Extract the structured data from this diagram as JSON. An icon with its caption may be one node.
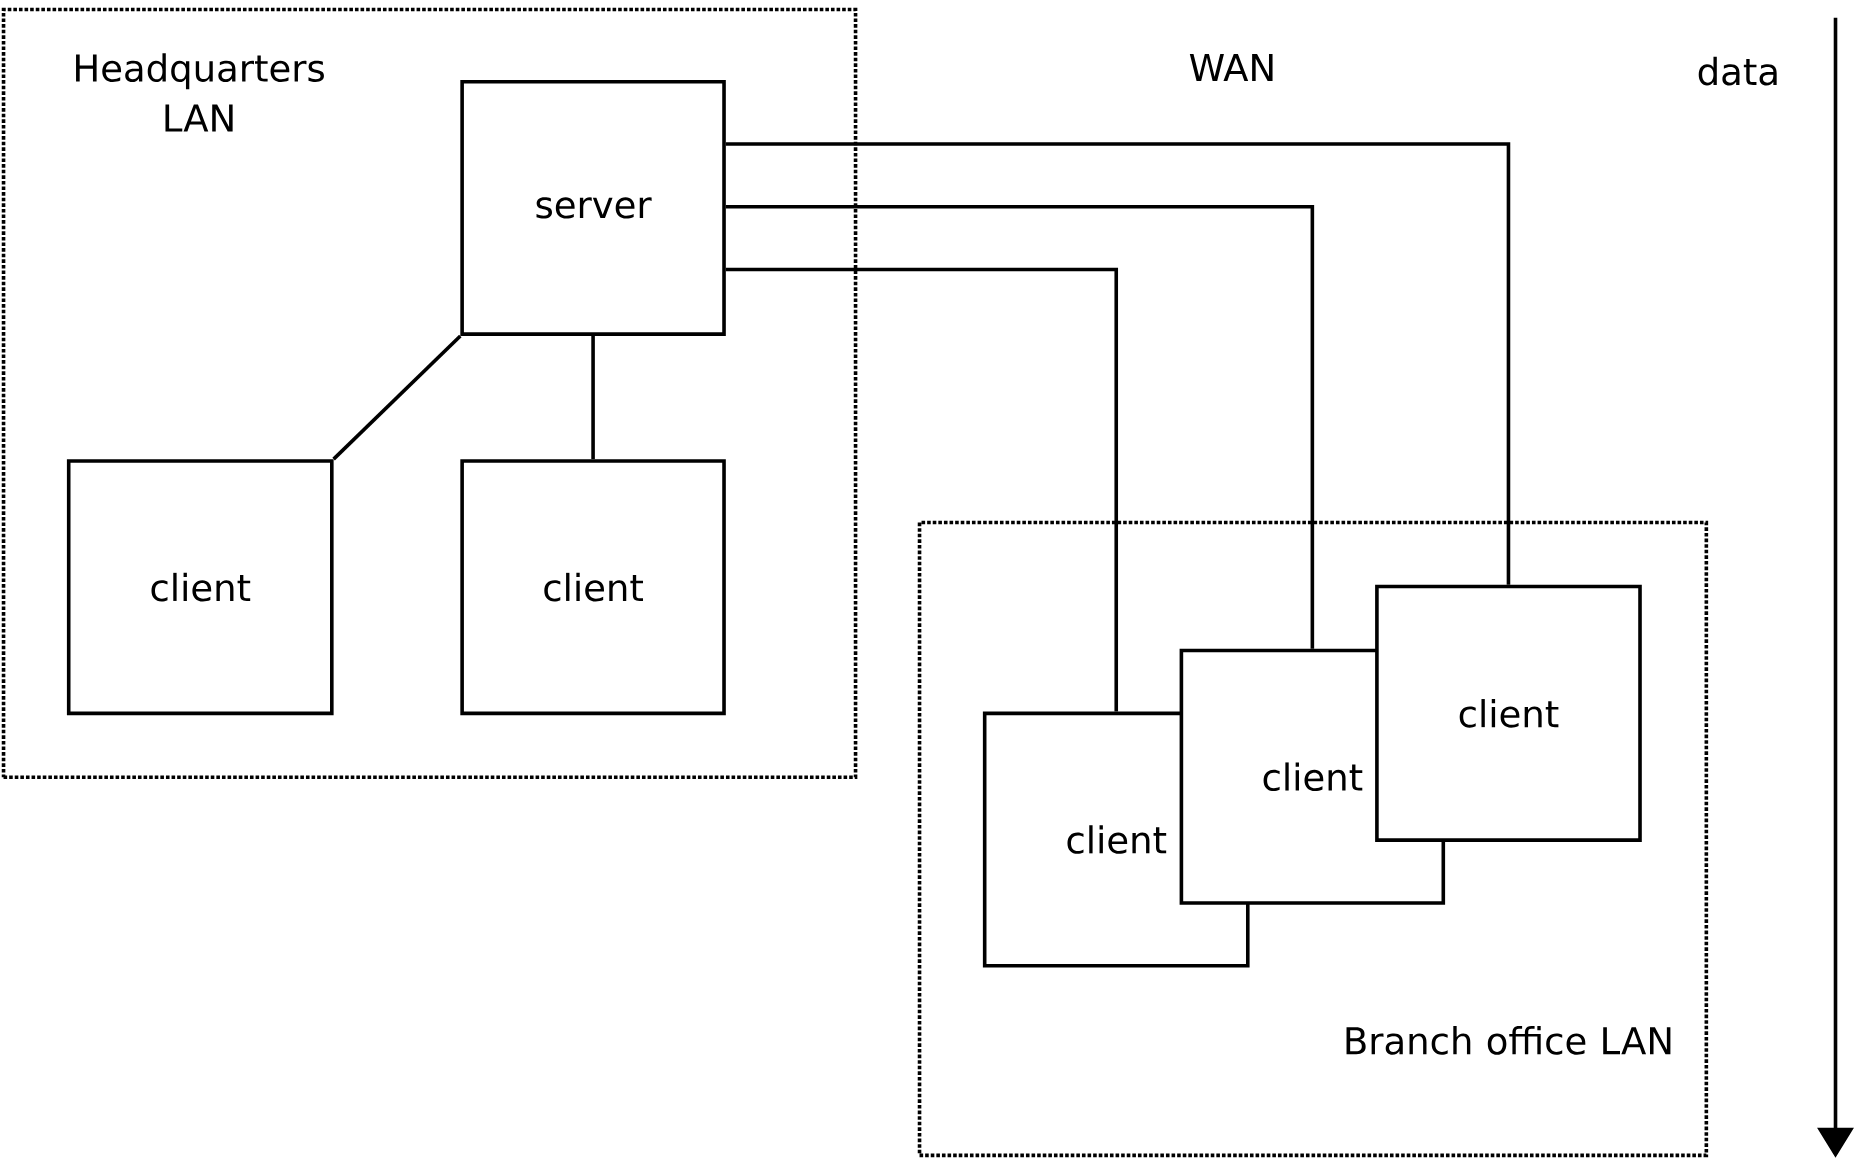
{
  "diagram": {
    "nodes": [
      {
        "text": [
          "Headquarters LAN"
        ]
      },
      {
        "text": [
          "server"
        ],
        "in": 0
      },
      {
        "text": [
          "client"
        ],
        "in": 0
      },
      {
        "text": [
          "client"
        ],
        "in": 0
      },
      {
        "text": [
          "Branch office LAN"
        ]
      },
      {
        "text": [
          "client"
        ],
        "in": 4
      },
      {
        "text": [
          "client"
        ],
        "in": 4
      },
      {
        "text": [
          "client"
        ],
        "in": 4
      }
    ],
    "edges": [
      {
        "from": 1,
        "to": 2,
        "arrow": "none"
      },
      {
        "from": 1,
        "to": 3,
        "arrow": "none"
      },
      {
        "from": 1,
        "to": 5,
        "arrow": "none"
      },
      {
        "from": 1,
        "to": 6,
        "arrow": "none"
      },
      {
        "from": 1,
        "to": 7,
        "arrow": "none"
      }
    ],
    "labels": [
      "WAN",
      "data"
    ]
  }
}
